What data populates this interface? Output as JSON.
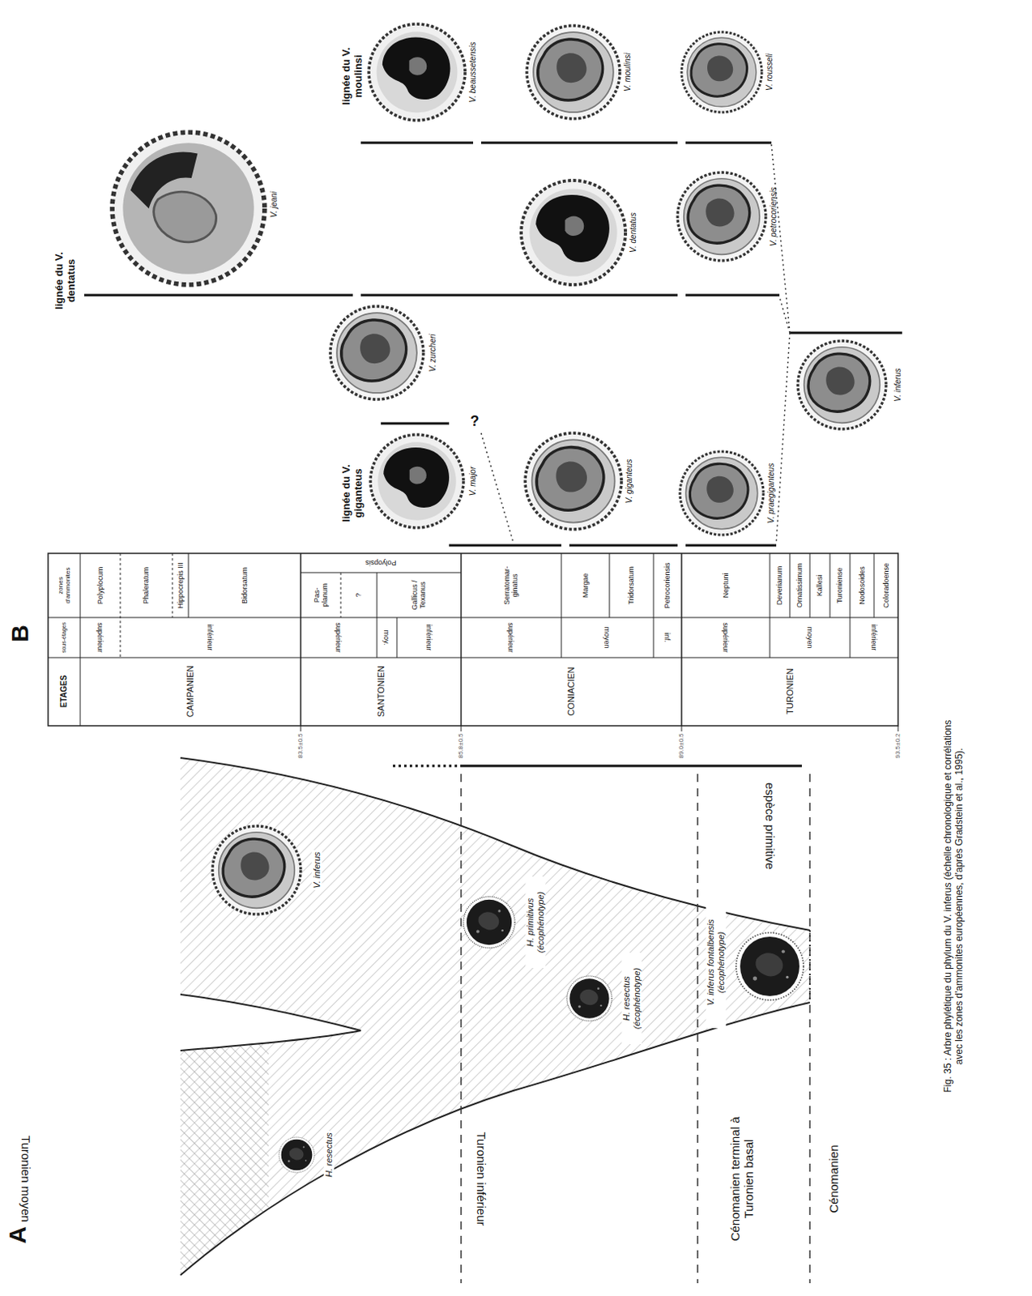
{
  "diagram": {
    "caption": "Fig. 35 : Arbre phylétique du phylum du V. inferus (échelle chronologique et corrélations avec les zones d'ammonites européennes, d'après Gradstein et al., 1995).",
    "labels": [
      "A",
      "Turonien moyen",
      "Turonien inférieur",
      "Cénomanien terminal à Turonien basal",
      "Cénomanien",
      "espèce primitive",
      "V. inferus fontalbensis (écophénotype)",
      "H. primitivus (écophénotype)",
      "H. resectus (écophénotype)",
      "H. resectus",
      "V. inferus",
      "B",
      "ETAGES",
      "sous-étages",
      "CAMPANIEN",
      "SANTONIEN",
      "CONIACIEN",
      "TURONIEN",
      "supérieur",
      "inférieur",
      "supérieur",
      "moy.",
      "inférieur",
      "supérieur",
      "moyen",
      "inf.",
      "supérieur",
      "moyen",
      "inférieur",
      "Polyplocum",
      "Phaleratum",
      "Hippocrepis III",
      "Bidorsatum",
      "Polyopsis",
      "Pas- planum",
      "?",
      "Gallicus / Texanus",
      "Serratomar- ginatus",
      "Margae",
      "Tridorsatum",
      "Petrocoriensis",
      "Neptuni",
      "Deverianum",
      "Ornatissimum",
      "Kallesi",
      "Turoniense",
      "Nodosoides",
      "Coloradoense",
      "zones d'ammonites",
      "83.5±0.5",
      "85.8±0.5",
      "89.0±0.5",
      "93.5±0.2",
      "lignée du V. giganteus",
      "V. major",
      "V. giganteus",
      "V. praegiganteus",
      "V. zurcheri",
      "?",
      "lignée du V. dentatus",
      "V. jeani",
      "V. dentatus",
      "V. petrocoriensis",
      "lignée du V. moulinsi",
      "V. beaussetensis",
      "V. moulinsi",
      "V. rousseli",
      "V. inferus"
    ]
  }
}
